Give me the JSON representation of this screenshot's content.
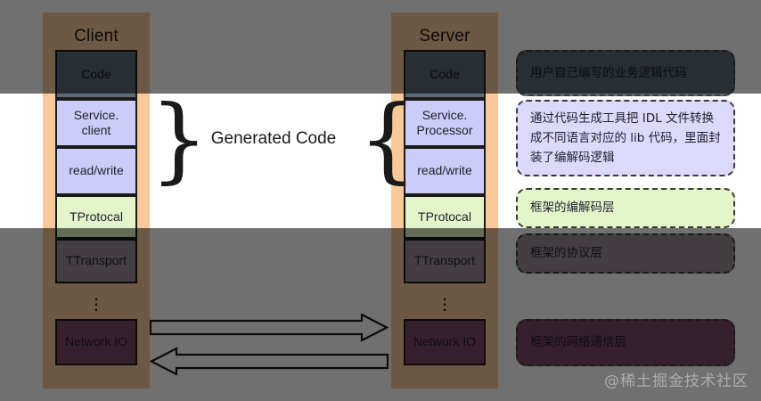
{
  "diagram": {
    "title_client": "Client",
    "title_server": "Server",
    "center_label": "Generated Code",
    "watermark": "@稀土掘金技术社区",
    "ellipsis": "⋮"
  },
  "client_stack": [
    {
      "label": "Code",
      "color": "#5c6b76"
    },
    {
      "label": "Service.\nclient",
      "color": "#ccccf8"
    },
    {
      "label": "read/write",
      "color": "#ccccf8"
    },
    {
      "label": "TProtocal",
      "color": "#e3f5c9"
    },
    {
      "label": "TTransport",
      "color": "#9b8e98"
    },
    {
      "label": "Network IO",
      "color": "#7d4a66"
    }
  ],
  "server_stack": [
    {
      "label": "Code",
      "color": "#5c6b76"
    },
    {
      "label": "Service.\nProcessor",
      "color": "#ccccf8"
    },
    {
      "label": "read/write",
      "color": "#ccccf8"
    },
    {
      "label": "TProtocal",
      "color": "#e3f5c9"
    },
    {
      "label": "TTransport",
      "color": "#9b8e98"
    },
    {
      "label": "Network IO",
      "color": "#7d4a66"
    }
  ],
  "client_cells": {
    "code": "Code",
    "service": "Service.\nclient",
    "readwrite": "read/write",
    "protocol": "TProtocal",
    "transport": "TTransport",
    "netio": "Network IO"
  },
  "server_cells": {
    "code": "Code",
    "service": "Service.\nProcessor",
    "readwrite": "read/write",
    "protocol": "TProtocal",
    "transport": "TTransport",
    "netio": "Network IO"
  },
  "notes": {
    "code": "用户自己编写的业务逻辑代码",
    "generated": "通过代码生成工具把 IDL 文件转换成不同语言对应的 lib 代码，里面封装了编解码逻辑",
    "protocol": "框架的编解码层",
    "transport": "框架的协议层",
    "network": "框架的网络通信层"
  },
  "colors": {
    "column_band": "#f9c99a",
    "code_box": "#5c6b76",
    "generated_box": "#ccccf8",
    "protocol_box": "#e3f5c9",
    "transport_box": "#9b8e98",
    "netio_box": "#7d4a66",
    "outline": "#1a1a1a",
    "dim_overlay": "#000000"
  }
}
